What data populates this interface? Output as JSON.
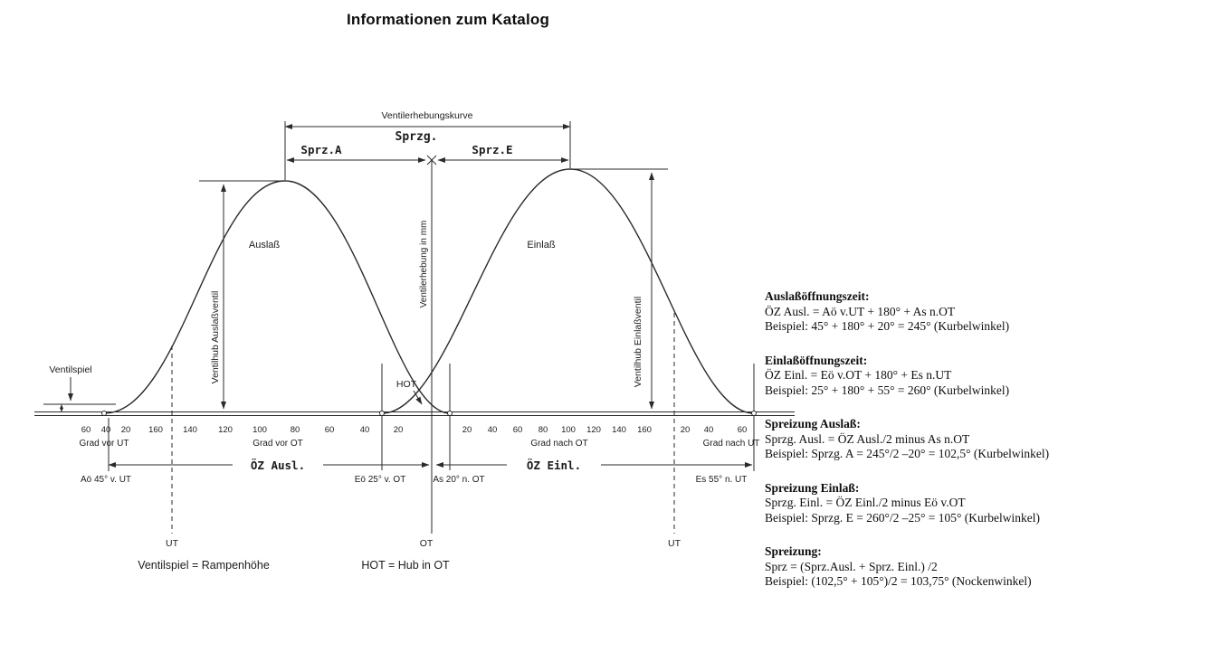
{
  "title": "Informationen zum Katalog",
  "colors": {
    "ink": "#1c1c1c",
    "line": "#2a2a2a",
    "background": "#ffffff"
  },
  "diagram": {
    "curve_label": "Ventilerhebungskurve",
    "sprzg": "Sprzg.",
    "sprz_a": "Sprz.A",
    "sprz_e": "Sprz.E",
    "y_axis_label": "Ventilerhebung in mm",
    "auslass": "Auslaß",
    "einlass": "Einlaß",
    "ventilhub_auslass": "Ventilhub Auslaßventil",
    "ventilhub_einlass": "Ventilhub Einlaßventil",
    "ventilspiel": "Ventilspiel",
    "hot": "HOT",
    "axis": {
      "ticks_vor_ut": [
        "60",
        "40",
        "20"
      ],
      "ticks_vor_ot": [
        "160",
        "140",
        "120",
        "100",
        "80",
        "60",
        "40",
        "20"
      ],
      "ticks_nach_ot": [
        "20",
        "40",
        "60",
        "80",
        "100",
        "120",
        "140",
        "160"
      ],
      "ticks_nach_ut": [
        "20",
        "40",
        "60"
      ],
      "grad_vor_ut": "Grad vor UT",
      "grad_vor_ot": "Grad vor OT",
      "grad_nach_ot": "Grad nach OT",
      "grad_nach_ut": "Grad nach UT"
    },
    "oz_ausl": "ÖZ Ausl.",
    "oz_einl": "ÖZ Einl.",
    "aoe_label": "Aö 45° v. UT",
    "eoe_label": "Eö 25° v. OT",
    "as_label": "As 20° n. OT",
    "es_label": "Es 55° n. UT",
    "ut_left": "UT",
    "ot_center": "OT",
    "ut_right": "UT",
    "legend_ventilspiel": "Ventilspiel = Rampenhöhe",
    "legend_hot": "HOT = Hub in OT"
  },
  "formulas": [
    {
      "heading": "Auslaßöffnungszeit:",
      "line1": "ÖZ Ausl. = Aö v.UT + 180° + As n.OT",
      "line2": "Beispiel: 45° + 180° + 20° = 245° (Kurbelwinkel)"
    },
    {
      "heading": "Einlaßöffnungszeit:",
      "line1": "ÖZ Einl. = Eö v.OT + 180° + Es n.UT",
      "line2": "Beispiel: 25° + 180° + 55° = 260° (Kurbelwinkel)"
    },
    {
      "heading": "Spreizung Auslaß:",
      "line1": "Sprzg. Ausl. = ÖZ Ausl./2 minus As n.OT",
      "line2": "Beispiel: Sprzg. A = 245°/2 –20° = 102,5° (Kurbelwinkel)"
    },
    {
      "heading": "Spreizung Einlaß:",
      "line1": "Sprzg. Einl. = ÖZ Einl./2 minus Eö v.OT",
      "line2": "Beispiel: Sprzg. E = 260°/2 –25° = 105° (Kurbelwinkel)"
    },
    {
      "heading": "Spreizung:",
      "line1": "Sprz = (Sprz.Ausl. + Sprz. Einl.) /2",
      "line2": "Beispiel: (102,5° + 105°)/2 = 103,75° (Nockenwinkel)"
    }
  ]
}
